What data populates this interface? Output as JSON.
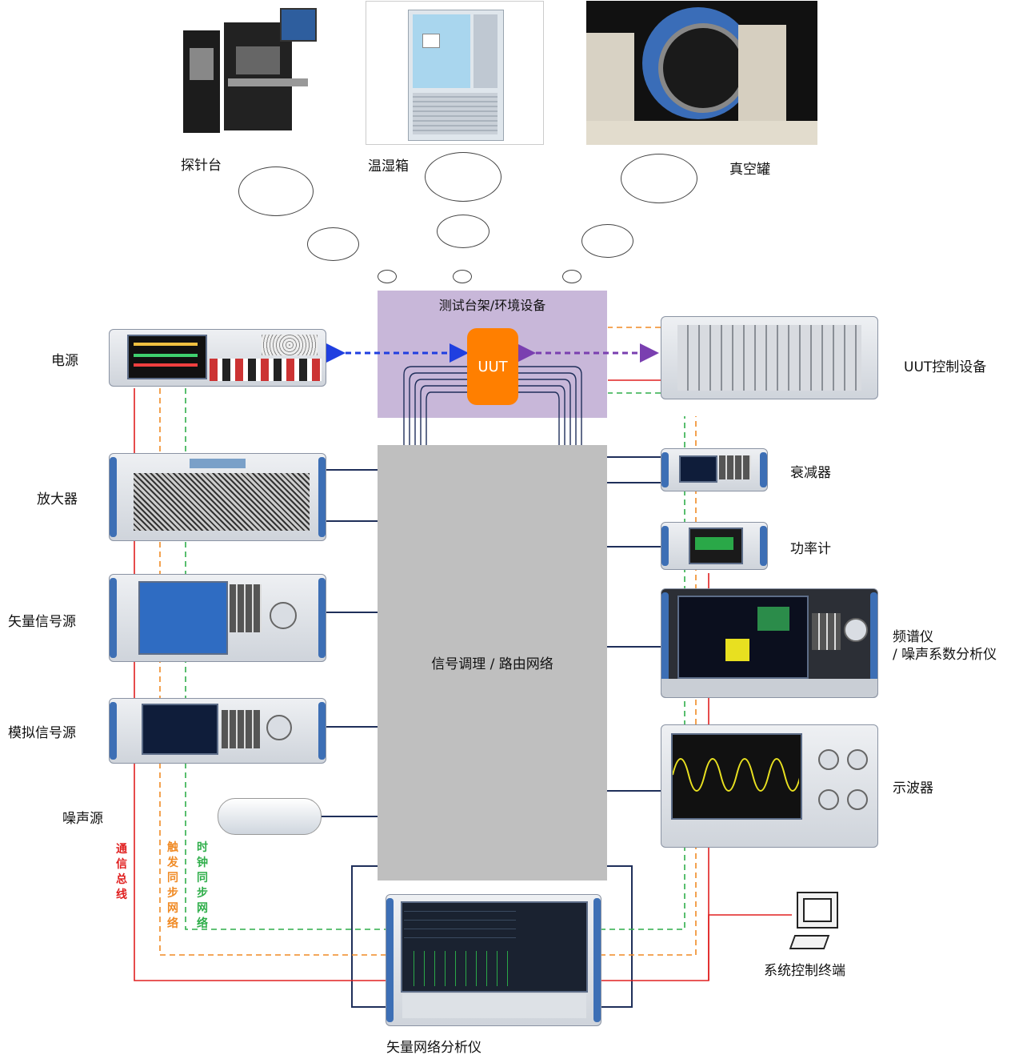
{
  "environment": {
    "title": "测试台架/环境设备",
    "uut_label": "UUT",
    "probe_station": "探针台",
    "thermal_chamber": "温湿箱",
    "vacuum_chamber": "真空罐"
  },
  "network": {
    "title": "信号调理 / 路由网络"
  },
  "left_instruments": {
    "power_supply": "电源",
    "amplifier": "放大器",
    "vector_signal_generator": "矢量信号源",
    "analog_signal_generator": "模拟信号源",
    "noise_source": "噪声源"
  },
  "right_instruments": {
    "uut_controller": "UUT控制设备",
    "attenuator": "衰减器",
    "power_meter": "功率计",
    "spectrum_analyzer_line1": "频谱仪",
    "spectrum_analyzer_line2": "/ 噪声系数分析仪",
    "oscilloscope": "示波器"
  },
  "bottom": {
    "vna": "矢量网络分析仪",
    "system_terminal": "系统控制终端"
  },
  "bus_labels": {
    "comm_bus": "通信总线",
    "trigger_sync": "触发同步网络",
    "clock_sync": "时钟同步网络"
  },
  "colors": {
    "comm_bus": "#e02020",
    "trigger_sync": "#f08a24",
    "clock_sync": "#2fae4a",
    "signal_line": "#1f2f5a",
    "blue_arrow": "#1f3fe0",
    "purple_arrow": "#7a3fb0",
    "uut": "#ff7f00",
    "env_box": "#c8b7d9",
    "network_box": "#bfbfbf"
  }
}
